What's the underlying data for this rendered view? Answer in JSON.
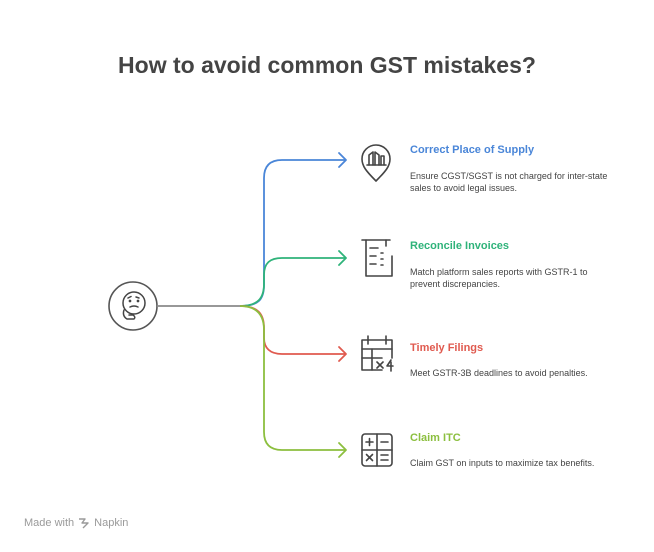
{
  "title": "How to avoid common GST mistakes?",
  "items": [
    {
      "title": "Correct Place of Supply",
      "description": "Ensure CGST/SGST is not charged for inter-state sales to avoid legal issues.",
      "color": "#4a86d8",
      "icon": "location-pin-building-icon"
    },
    {
      "title": "Reconcile Invoices",
      "description": "Match platform sales reports with GSTR-1 to prevent discrepancies.",
      "color": "#2fb37a",
      "icon": "invoice-list-icon"
    },
    {
      "title": "Timely Filings",
      "description": "Meet GSTR-3B deadlines to avoid penalties.",
      "color": "#e05a4f",
      "icon": "calendar-icon"
    },
    {
      "title": "Claim ITC",
      "description": "Claim GST on inputs to maximize tax benefits.",
      "color": "#8cbf3f",
      "icon": "calculator-icon"
    }
  ],
  "hub_icon": "thinking-face-icon",
  "footer": {
    "made_with": "Made with",
    "brand": "Napkin"
  }
}
